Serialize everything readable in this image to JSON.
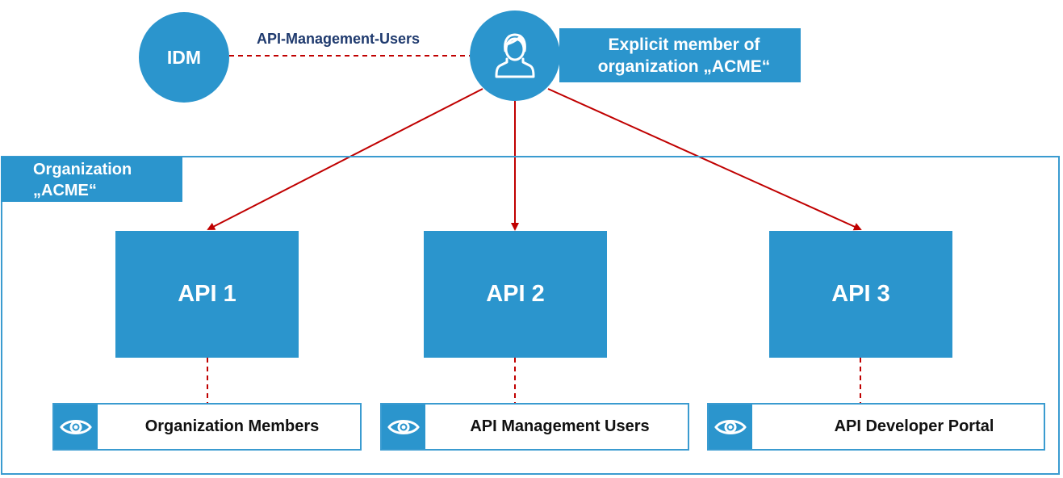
{
  "idm": {
    "label": "IDM"
  },
  "connection": {
    "label": "API-Management-Users"
  },
  "member": {
    "line1": "Explicit member of",
    "line2": "organization „ACME“"
  },
  "organization": {
    "line1": "Organization",
    "line2": "„ACME“"
  },
  "apis": [
    {
      "label": "API 1"
    },
    {
      "label": "API 2"
    },
    {
      "label": "API 3"
    }
  ],
  "visibility": [
    {
      "label": "Organization Members",
      "icon": "eye-icon"
    },
    {
      "label": "API Management Users",
      "icon": "eye-icon"
    },
    {
      "label": "API Developer Portal",
      "icon": "eye-icon"
    }
  ],
  "colors": {
    "primary": "#2b95cd",
    "frame": "#3a9bd0",
    "arrow": "#c00000",
    "link_text": "#1f3a6e"
  },
  "icons": {
    "user": "user-icon",
    "eye": "eye-icon"
  }
}
